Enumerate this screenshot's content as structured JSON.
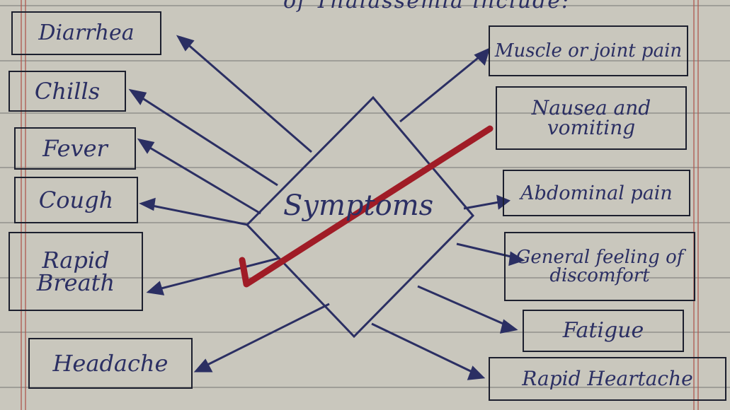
{
  "diagram": {
    "header": "of Thalassemia include:",
    "center": "Symptoms",
    "left_items": [
      "Diarrhea",
      "Chills",
      "Fever",
      "Cough",
      "Rapid Breath",
      "Headache"
    ],
    "right_items": [
      "Muscle or joint pain",
      "Nausea and vomiting",
      "Abdominal pain",
      "General feeling of discomfort",
      "Fatigue",
      "Rapid Heartache"
    ]
  },
  "colors": {
    "paper": "#c9c7bd",
    "ink": "#2b2f63",
    "rule_line": "#4a4a4a",
    "margin_line": "#b0574f",
    "check_mark": "#a01c26"
  }
}
